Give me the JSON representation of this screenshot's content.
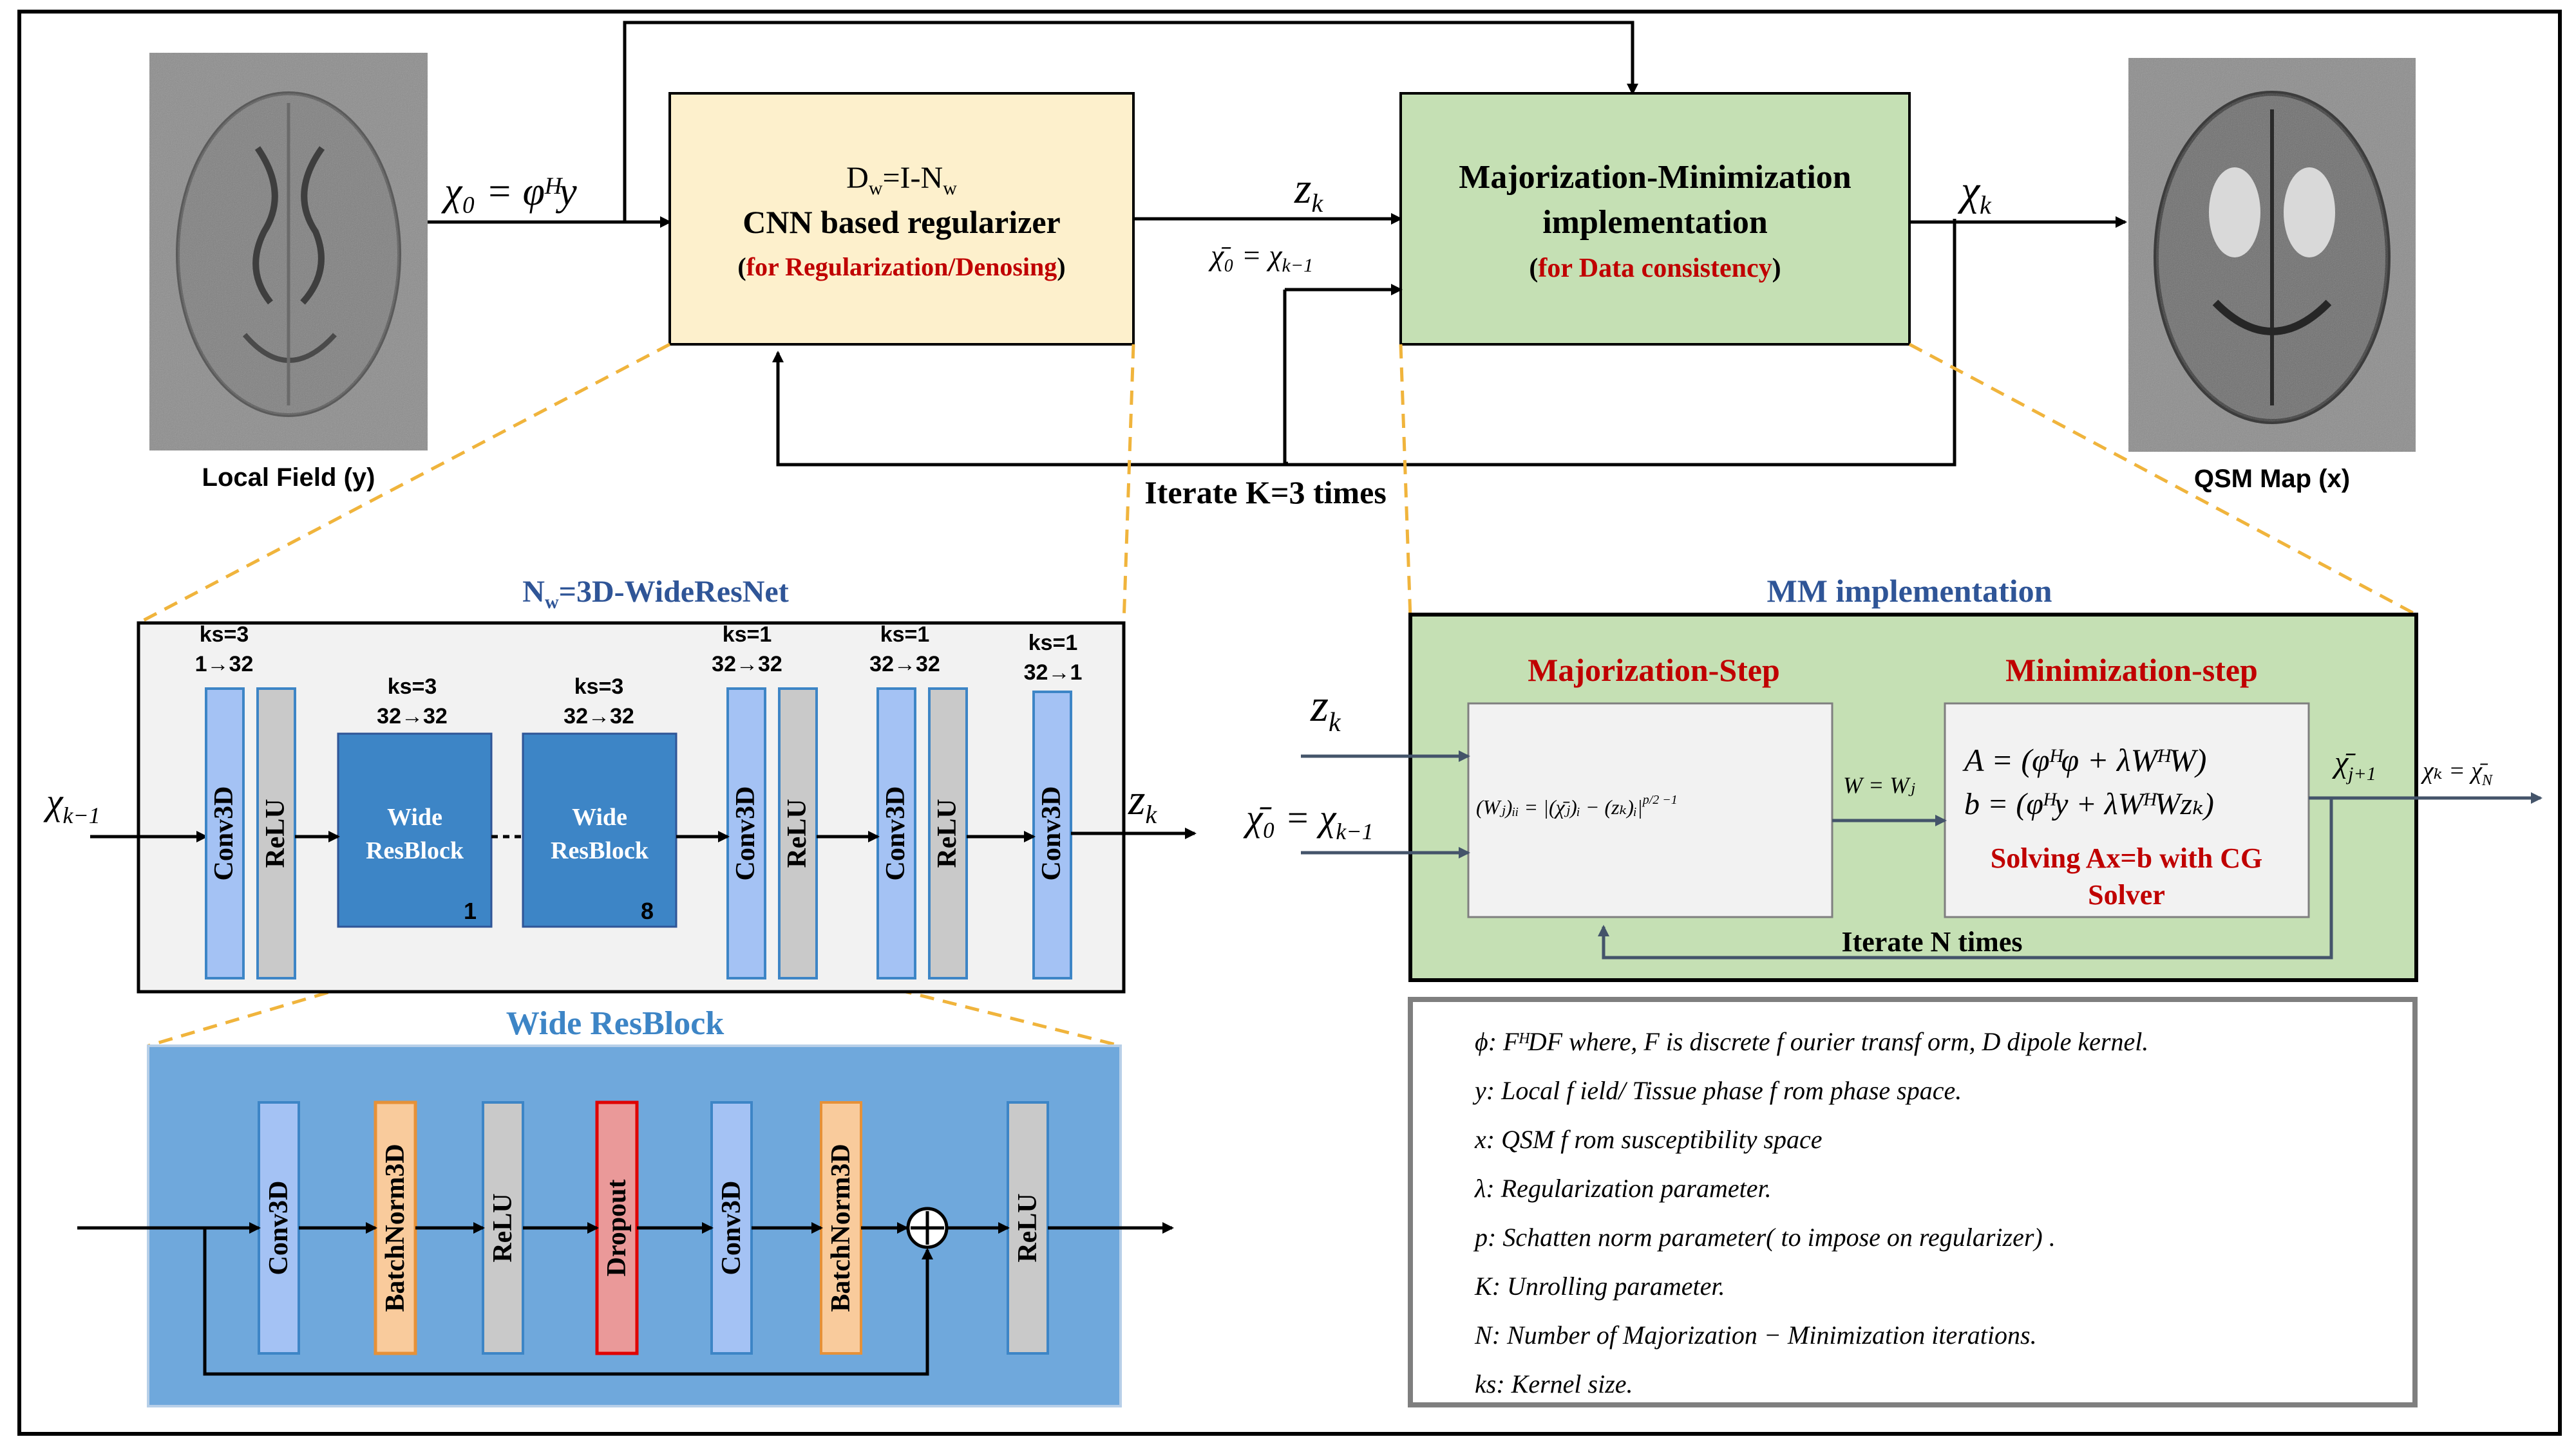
{
  "top": {
    "local_field_label": "Local Field (y)",
    "qsm_map_label": "QSM Map (x)",
    "chi0_label": "χ₀ = φᴴy",
    "regularizer": {
      "dw": "D",
      "dw_sub": "w",
      "dw_rest": "=I-N",
      "dw_sub2": "w",
      "title": "CNN based regularizer",
      "subtitle_open": "(",
      "subtitle": "for Regularization/Denosing",
      "subtitle_close": ")"
    },
    "zk_label": "z",
    "zk_sub": "k",
    "chibar_label": "χ̄₀ = χ",
    "chibar_sub": "k−1",
    "mm": {
      "title_line1": "Majorization-Minimization",
      "title_line2": "implementation",
      "subtitle_open": "(",
      "subtitle": "for Data consistency",
      "subtitle_close": ")"
    },
    "chik_label": "χ",
    "chik_sub": "k",
    "iterate_label": "Iterate K=3 times"
  },
  "widenet": {
    "title_n": "N",
    "title_sub": "w",
    "title_rest": "=3D-WideResNet",
    "input_label": "χ",
    "input_sub": "k−1",
    "output_label": "z",
    "output_sub": "k",
    "ks_labels": [
      {
        "ks": "ks=3",
        "ch": "1→32"
      },
      {
        "ks": "ks=3",
        "ch": "32→32"
      },
      {
        "ks": "ks=3",
        "ch": "32→32"
      },
      {
        "ks": "ks=1",
        "ch": "32→32"
      },
      {
        "ks": "ks=1",
        "ch": "32→32"
      },
      {
        "ks": "ks=1",
        "ch": "32→1"
      }
    ],
    "conv_label": "Conv3D",
    "relu_label": "ReLU",
    "resblock_line1": "Wide",
    "resblock_line2": "ResBlock",
    "resblock_index_first": "1",
    "resblock_index_last": "8"
  },
  "resblock": {
    "title": "Wide ResBlock",
    "layers": [
      "Conv3D",
      "BatchNorm3D",
      "ReLU",
      "Dropout",
      "Conv3D",
      "BatchNorm3D",
      "ReLU"
    ],
    "plus": "+"
  },
  "mm_impl": {
    "title": "MM implementation",
    "zk": "z",
    "zk_sub": "k",
    "chibar0": "χ̄₀ = χ",
    "chibar0_sub": "k−1",
    "maj_title": "Majorization-Step",
    "min_title": "Minimization-step",
    "w_formula": "(Wⱼ)ᵢᵢ = |(χ̄ⱼ)ᵢ − (zₖ)ᵢ|",
    "w_exp": "p/2 −1",
    "w_eq": "W = Wⱼ",
    "a_eq": "A = (φᴴφ + λWᴴW)",
    "b_eq": "b = (φᴴy + λWᴴWzₖ)",
    "solve_line1": "Solving Ax=b with CG",
    "solve_line2": "Solver",
    "chibar_next": "χ̄",
    "chibar_next_sub": "j+1",
    "chik_out": "χₖ = χ̄",
    "chik_out_sub": "N",
    "iterate_n": "Iterate N times"
  },
  "legend": {
    "items": [
      {
        "sym": "ϕ",
        "text": ": FᴴDF where, F is discrete f ourier transf orm, D dipole kernel."
      },
      {
        "sym": "y",
        "text": ": Local f ield/ Tissue phase f rom phase space."
      },
      {
        "sym": "x",
        "text": ": QSM f rom susceptibility space"
      },
      {
        "sym": "λ",
        "text": ": Regularization parameter."
      },
      {
        "sym": "p",
        "text": ": Schatten norm parameter( to impose on regularizer) ."
      },
      {
        "sym": "K",
        "text": ": Unrolling parameter."
      },
      {
        "sym": "N",
        "text": ": Number of  Majorization − Minimization iterations."
      },
      {
        "sym": "ks",
        "text": ": Kernel size."
      }
    ]
  },
  "colors": {
    "regularizer_fill": "#fdf0cc",
    "mm_fill": "#c5e0b4",
    "net_fill": "#f2f2f2",
    "resblock_bg": "#6fa8dc",
    "conv_fill": "#a4c2f4",
    "relu_fill": "#c9c9c9",
    "wide_fill": "#3d85c6",
    "bn_fill": "#f9cb9c",
    "dropout_fill": "#ea9999",
    "title_blue": "#2f5597",
    "dark_red": "#c00000",
    "dashed_orange": "#f0b43c",
    "dark_blue_line": "#44546a"
  }
}
